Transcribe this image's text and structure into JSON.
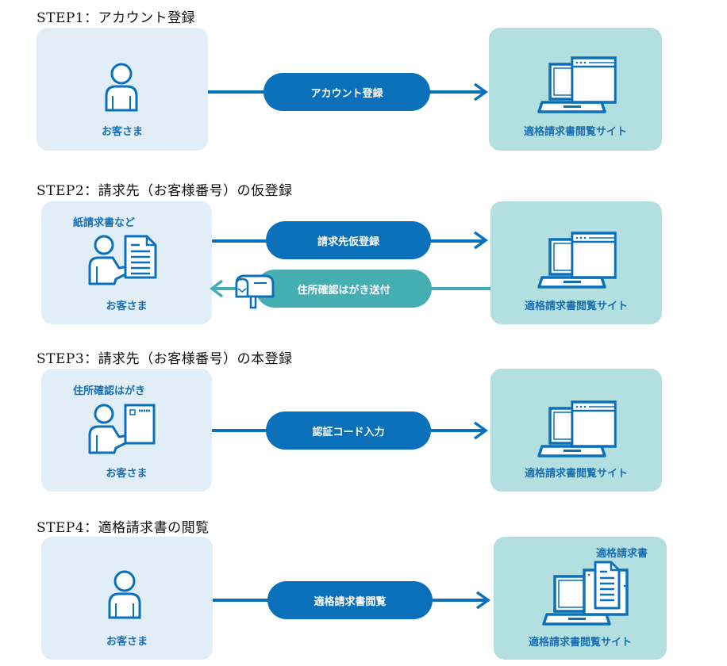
{
  "colors": {
    "primary_blue": "#0a70ba",
    "teal": "#45aeb3",
    "customer_box_bg": "#e1eef8",
    "site_box_bg": "#b3dfe0",
    "label_blue": "#1a6fb0"
  },
  "steps": [
    {
      "title": "STEP1：アカウント登録",
      "customer": {
        "label": "お客さま",
        "item_label": "",
        "icon": "person-icon"
      },
      "flows": [
        {
          "label": "アカウント登録",
          "direction": "to-site"
        }
      ],
      "site": {
        "label": "適格請求書閲覧サイト",
        "item_label": "",
        "icon": "laptop-browser-icon"
      }
    },
    {
      "title": "STEP2：請求先（お客様番号）の仮登録",
      "customer": {
        "label": "お客さま",
        "item_label": "紙請求書など",
        "icon": "person-with-document-icon"
      },
      "flows": [
        {
          "label": "請求先仮登録",
          "direction": "to-site"
        },
        {
          "label": "住所確認はがき送付",
          "direction": "to-customer",
          "icon": "mailbox-icon"
        }
      ],
      "site": {
        "label": "適格請求書閲覧サイト",
        "item_label": "",
        "icon": "laptop-browser-icon"
      }
    },
    {
      "title": "STEP3：請求先（お客様番号）の本登録",
      "customer": {
        "label": "お客さま",
        "item_label": "住所確認はがき",
        "icon": "person-with-postcard-icon"
      },
      "flows": [
        {
          "label": "認証コード入力",
          "direction": "to-site"
        }
      ],
      "site": {
        "label": "適格請求書閲覧サイト",
        "item_label": "",
        "icon": "laptop-browser-icon"
      }
    },
    {
      "title": "STEP4：適格請求書の閲覧",
      "customer": {
        "label": "お客さま",
        "item_label": "",
        "icon": "person-icon"
      },
      "flows": [
        {
          "label": "適格請求書閲覧",
          "direction": "to-site"
        }
      ],
      "site": {
        "label": "適格請求書閲覧サイト",
        "item_label": "適格請求書",
        "icon": "laptop-browser-invoice-icon"
      }
    }
  ]
}
